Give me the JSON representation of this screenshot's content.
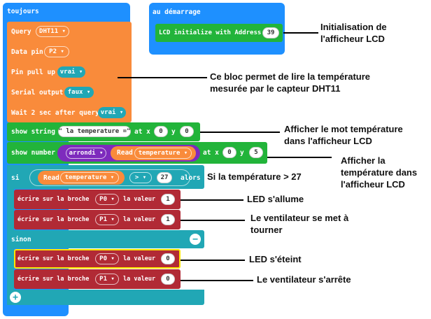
{
  "toujours": {
    "header": "toujours",
    "query_label": "Query",
    "query_value": "DHT11 ▾",
    "data_pin_label": "Data pin",
    "data_pin_value": "P2 ▾",
    "pull_up_label": "Pin pull up",
    "pull_up_value": "vrai ▾",
    "serial_label": "Serial output",
    "serial_value": "faux ▾",
    "wait_label": "Wait 2 sec after query",
    "wait_value": "vrai ▾",
    "show_string_label": "show string",
    "show_string_text": "\" la temperature =\"",
    "at_x": "at x",
    "y": "y",
    "ss_x": "0",
    "ss_y": "0",
    "show_number_label": "show number",
    "arrondi": "arrondi ▾",
    "read": "Read",
    "temperature": "temperature ▾",
    "sn_x": "0",
    "sn_y": "5",
    "si": "si",
    "compare_op": "> ▾",
    "compare_value": "27",
    "alors": "alors",
    "ecrire": "écrire sur la broche",
    "la_valeur": "la valeur",
    "p0": "P0 ▾",
    "p1": "P1 ▾",
    "v1": "1",
    "v0": "0",
    "sinon": "sinon",
    "minus": "−",
    "plus": "+"
  },
  "demarrage": {
    "header": "au démarrage",
    "lcd_label": "LCD initialize with Address",
    "lcd_value": "39"
  },
  "annotations": {
    "init": [
      "Initialisation de",
      "l'afficheur LCD"
    ],
    "read": [
      "Ce bloc permet de lire la température",
      "mesurée par le capteur DHT11"
    ],
    "show_word": [
      "Afficher le mot température",
      "dans l'afficheur LCD"
    ],
    "show_temp": [
      "Afficher la",
      "température dans",
      "l'afficheur LCD"
    ],
    "si": "Si la température > 27",
    "led_on": "LED s'allume",
    "fan_on": [
      "Le ventilateur se met à",
      "tourner"
    ],
    "led_off": "LED s'éteint",
    "fan_off": "Le ventilateur s'arrête"
  }
}
